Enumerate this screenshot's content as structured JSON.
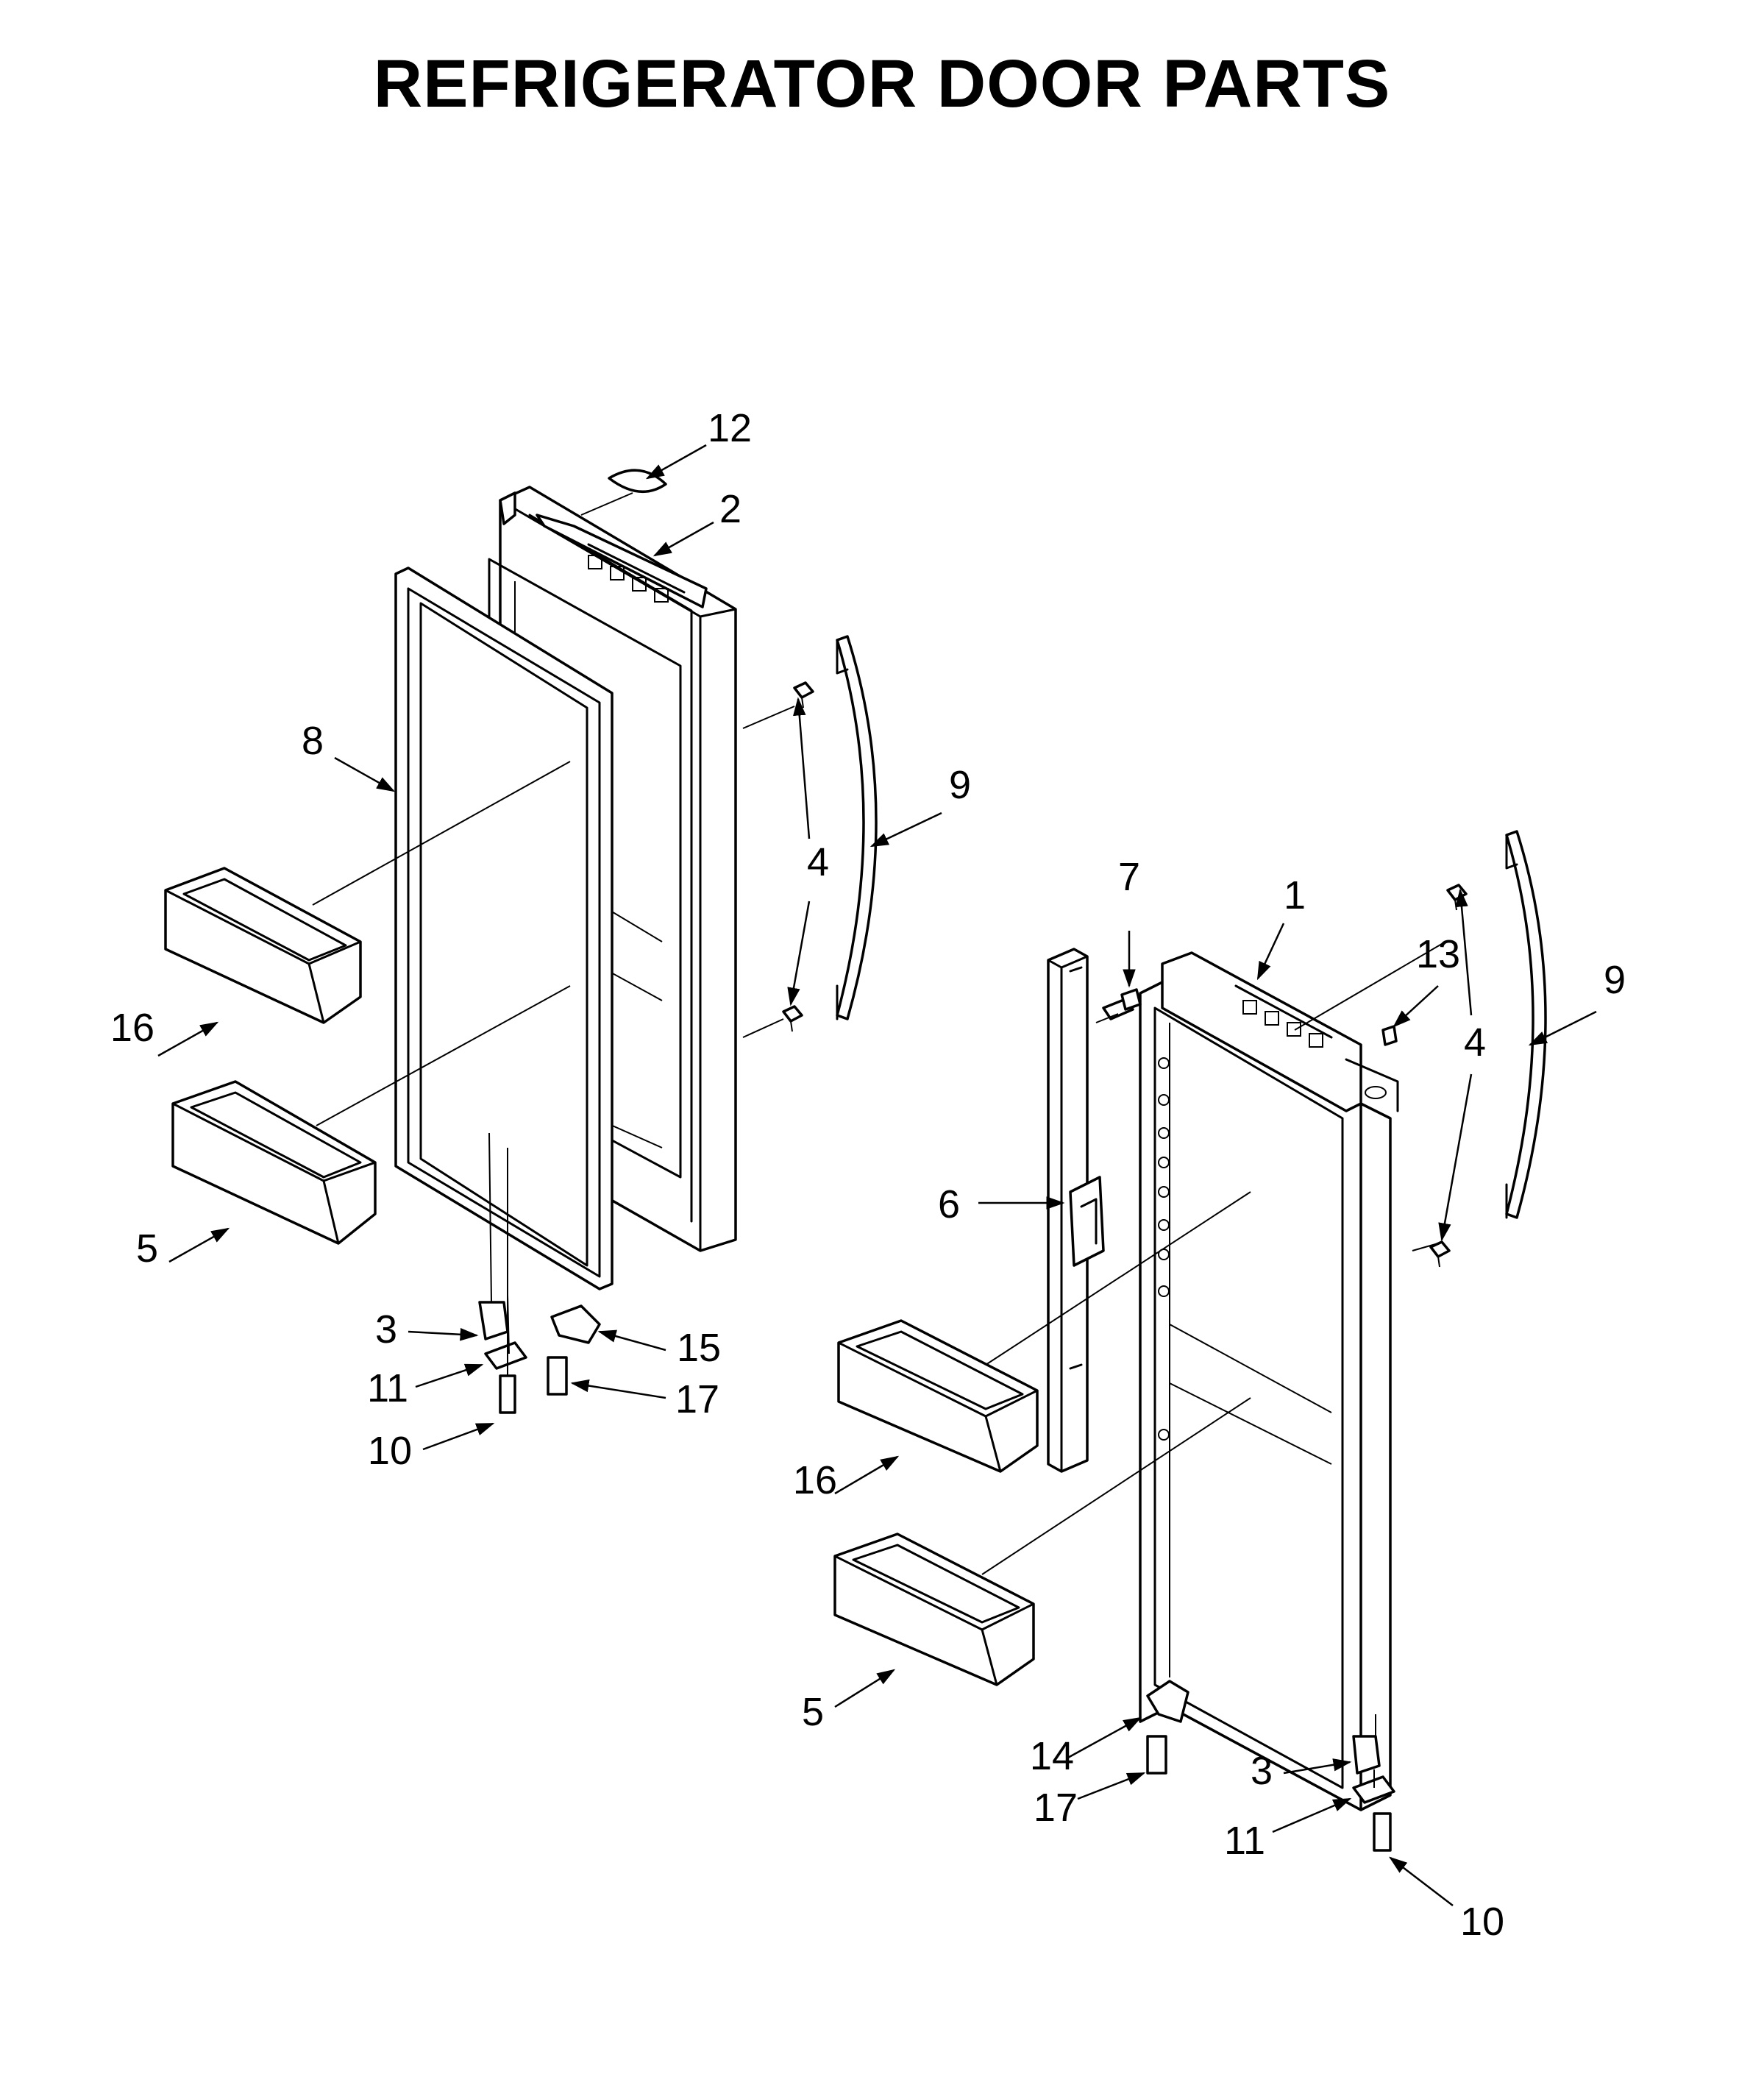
{
  "title": "REFRIGERATOR DOOR PARTS",
  "callouts": [
    "12",
    "2",
    "8",
    "9",
    "4",
    "16",
    "5",
    "3",
    "15",
    "11",
    "17",
    "10",
    "7",
    "1",
    "13",
    "9",
    "4",
    "6",
    "16",
    "5",
    "14",
    "3",
    "17",
    "11",
    "10"
  ],
  "colors": {
    "ink": "#000000",
    "paper": "#ffffff"
  }
}
